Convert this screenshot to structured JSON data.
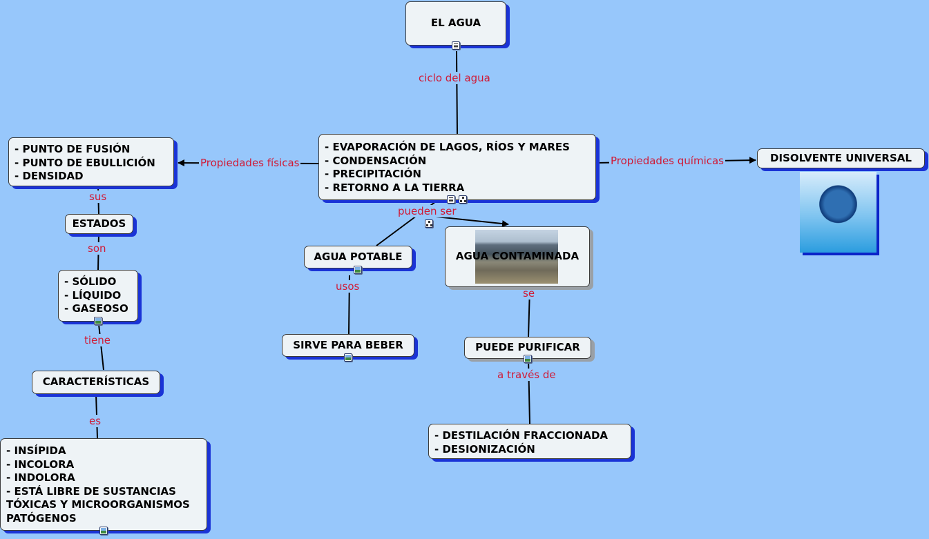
{
  "nodes": {
    "el_agua": "EL AGUA",
    "ciclo": [
      "- EVAPORACIÓN DE LAGOS, RÍOS Y MARES",
      "- CONDENSACIÓN",
      "- PRECIPITACIÓN",
      "- RETORNO A LA TIERRA"
    ],
    "propiedades_fisicas": [
      "- PUNTO DE FUSIÓN",
      "- PUNTO DE EBULLICIÓN",
      "- DENSIDAD"
    ],
    "disolvente": "DISOLVENTE UNIVERSAL",
    "estados": "ESTADOS",
    "estados_lista": [
      "- SÓLIDO",
      "- LÍQUIDO",
      "- GASEOSO"
    ],
    "caracteristicas": "CARACTERÍSTICAS",
    "caracteristicas_lista": [
      "- INSÍPIDA",
      "- INCOLORA",
      "- INDOLORA",
      "- ESTÁ LIBRE DE SUSTANCIAS",
      "TÓXICAS Y MICROORGANISMOS",
      "PATÓGENOS"
    ],
    "agua_potable": "AGUA POTABLE",
    "sirve": "SIRVE PARA BEBER",
    "agua_contaminada": "AGUA CONTAMINADA",
    "puede_purificar": "PUEDE PURIFICAR",
    "metodos": [
      "- DESTILACIÓN FRACCIONADA",
      "- DESIONIZACIÓN"
    ]
  },
  "link_labels": {
    "ciclo_del_agua": "ciclo del agua",
    "propiedades_fisicas": "Propiedades físicas",
    "propiedades_quimicas": "Propiedades químicas",
    "sus": "sus",
    "son": "son",
    "tiene": "tiene",
    "es": "es",
    "pueden_ser": "pueden ser",
    "usos": "usos",
    "se": "se",
    "a_traves_de": "a través de"
  },
  "images": {
    "contaminada": "polluted-shoreline-photo",
    "disolvente": "earth-water-splash-photo"
  },
  "colors": {
    "background": "#97c7fb",
    "node_fill": "#eef3f6",
    "node_shadow": "#1a33d6",
    "link_label": "#d01a36",
    "link_line": "#000000"
  }
}
